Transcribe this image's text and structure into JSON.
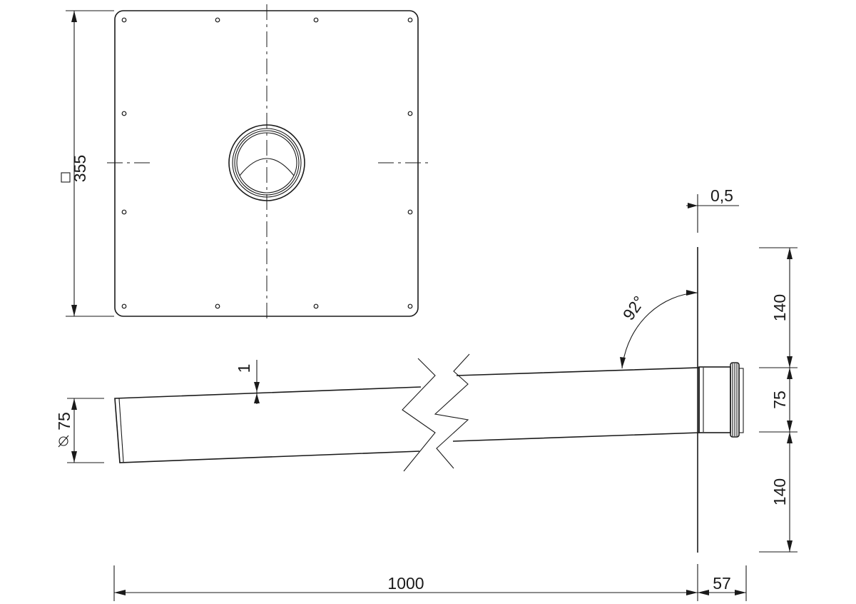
{
  "dimensions": {
    "plate_side": "355",
    "top_offset": "0,5",
    "upper_height": "140",
    "pipe_height": "75",
    "lower_height": "140",
    "pipe_length": "1000",
    "spigot_length": "57",
    "pipe_diameter": "75",
    "slope_drop": "1",
    "angle": "92°"
  }
}
